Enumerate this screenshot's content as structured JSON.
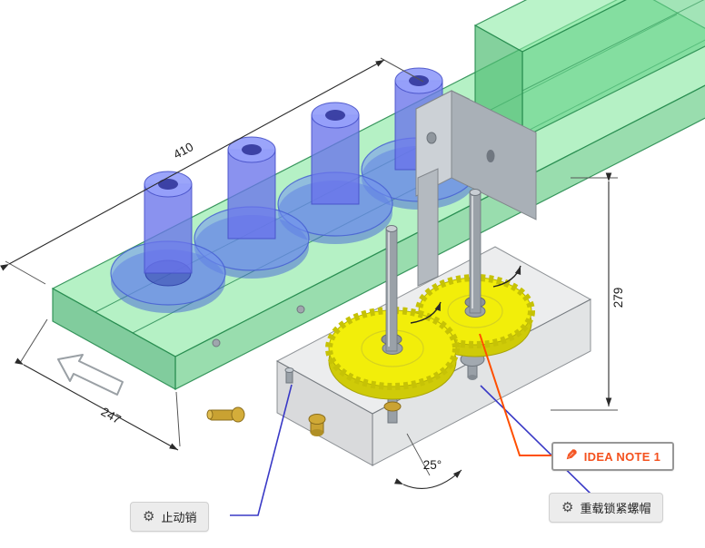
{
  "scene": {
    "type": "isometric-cad-assembly",
    "background": "#ffffff"
  },
  "dimensions": {
    "length": "410",
    "height": "279",
    "depth": "247",
    "angle": "25°"
  },
  "callouts": {
    "stop_pin": {
      "icon": "⚙",
      "label": "止动销"
    },
    "lock_nut": {
      "icon": "⚙",
      "label": "重载锁紧螺帽"
    },
    "idea_note": {
      "icon": "✎",
      "label": "IDEA NOTE 1"
    }
  },
  "colors": {
    "rail_green": "#7de8a5",
    "spool_blue": "#7b86e8",
    "gear_yellow": "#f2ee0a",
    "metal_gray": "#a9b0b7",
    "brass": "#c9a232",
    "leader_blue": "#3a3ac6",
    "note_orange": "#ff4f00"
  }
}
